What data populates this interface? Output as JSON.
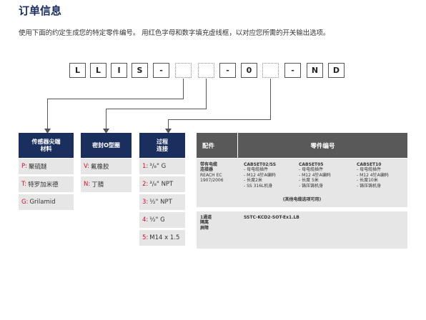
{
  "title": "订单信息",
  "intro": "使用下面的约定生成您的特定零件编号。 用红色字母和数字填充虚线框，以对应您所需的开关输出选项。",
  "code_boxes": [
    "L",
    "L",
    "I",
    "S",
    "-",
    "",
    "",
    "-",
    "0",
    "",
    "-",
    "N",
    "D"
  ],
  "tip": {
    "header_line1": "传感器尖端",
    "header_line2": "材料",
    "options": [
      {
        "code": "P:",
        "label": "聚硫醚"
      },
      {
        "code": "T:",
        "label": "特罗加米德"
      },
      {
        "code": "G:",
        "label": "Grilamid"
      }
    ]
  },
  "seal": {
    "header": "密封O型圈",
    "options": [
      {
        "code": "V:",
        "label": "氟橡胶"
      },
      {
        "code": "N:",
        "label": "丁腈"
      }
    ]
  },
  "conn": {
    "header_line1": "过程",
    "header_line2": "连接",
    "options": [
      {
        "code": "1:",
        "label": "³/₈\" G"
      },
      {
        "code": "2:",
        "label": "³/₈\" NPT"
      },
      {
        "code": "3:",
        "label": "½\" NPT"
      },
      {
        "code": "4:",
        "label": "½\" G"
      },
      {
        "code": "5:",
        "label": "M14 x 1.5"
      }
    ]
  },
  "accessory": {
    "col1_header": "配件",
    "col2_header": "零件编号",
    "row1": {
      "name": [
        "带有电缆",
        "连接器",
        "REACH EC",
        "1907/2006"
      ],
      "parts": [
        {
          "number": "CABSET02/SS",
          "lines": [
            "- 母电缆插件",
            "- M12 4针A编码",
            "- 长度2米",
            "- SS 316L机身"
          ]
        },
        {
          "number": "CABSET05",
          "lines": [
            "- 母电缆插件",
            "- M12 4针A编码",
            "- 长度 5米",
            "- 铸压铸机身"
          ]
        },
        {
          "number": "CABSET10",
          "lines": [
            "- 母电缆插件",
            "- M12 4针A编码",
            "- 长度10米",
            "- 铸压铸机身"
          ]
        }
      ],
      "note": "(其他电缆选项可用)"
    },
    "row2": {
      "name": [
        "1通道",
        "隔离",
        "屏障"
      ],
      "part": "SSTC-KCD2-SOT-Ex1.LB"
    }
  },
  "colors": {
    "navy": "#1b2f5e",
    "red": "#c8102e",
    "grey_header": "#595959",
    "light_grey": "#e6e6e6"
  }
}
